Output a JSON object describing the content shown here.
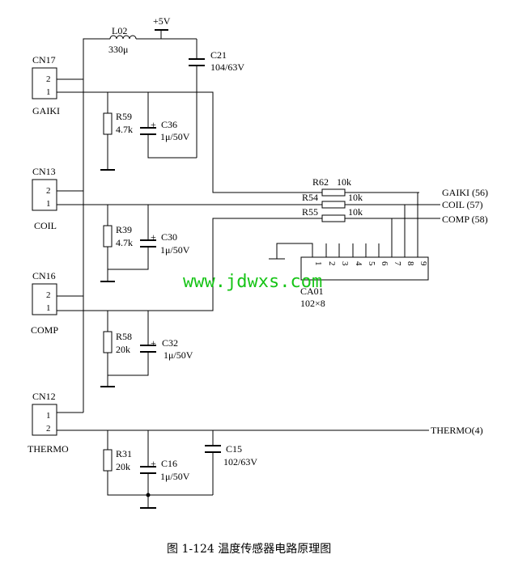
{
  "connectors": {
    "cn17": {
      "name": "CN17",
      "label": "GAIKI",
      "pin_top": "2",
      "pin_bottom": "1"
    },
    "cn13": {
      "name": "CN13",
      "label": "COIL",
      "pin_top": "2",
      "pin_bottom": "1"
    },
    "cn16": {
      "name": "CN16",
      "label": "COMP",
      "pin_top": "2",
      "pin_bottom": "1"
    },
    "cn12": {
      "name": "CN12",
      "label": "THERMO",
      "pin_top": "1",
      "pin_bottom": "2"
    }
  },
  "inductor": {
    "ref": "L02",
    "value": "330μ"
  },
  "supply": {
    "label": "+5V"
  },
  "capacitors": {
    "c21": {
      "ref": "C21",
      "value": "104/63V"
    },
    "c36": {
      "ref": "C36",
      "value": "1μ/50V"
    },
    "c30": {
      "ref": "C30",
      "value": "1μ/50V"
    },
    "c32": {
      "ref": "C32",
      "value": "1μ/50V"
    },
    "c16": {
      "ref": "C16",
      "value": "1μ/50V"
    },
    "c15": {
      "ref": "C15",
      "value": "102/63V"
    },
    "plus": "+"
  },
  "resistors": {
    "r59": {
      "ref": "R59",
      "value": "4.7k"
    },
    "r39": {
      "ref": "R39",
      "value": "4.7k"
    },
    "r58": {
      "ref": "R58",
      "value": "20k"
    },
    "r31": {
      "ref": "R31",
      "value": "20k"
    },
    "r62": {
      "ref": "R62",
      "value": "10k"
    },
    "r54": {
      "ref": "R54",
      "value": "10k"
    },
    "r55": {
      "ref": "R55",
      "value": "10k"
    }
  },
  "outputs": {
    "gaiki": "GAIKI (56)",
    "coil": "COIL (57)",
    "comp": "COMP (58)",
    "thermo": "THERMO(4)"
  },
  "array": {
    "ref": "CA01",
    "value": "102×8",
    "pins": [
      "1",
      "2",
      "3",
      "4",
      "5",
      "6",
      "7",
      "8",
      "9"
    ]
  },
  "watermark": "www.jdwxs.com",
  "caption": "图 1-124    温度传感器电路原理图"
}
